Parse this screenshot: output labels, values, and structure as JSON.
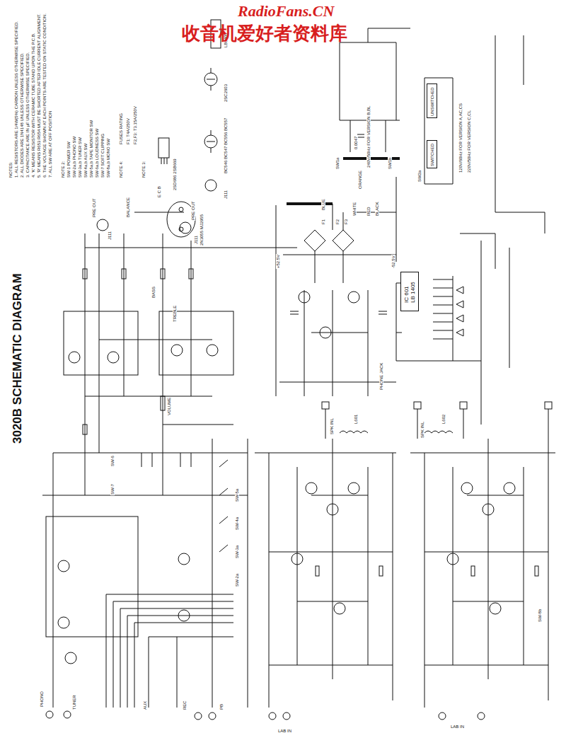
{
  "diagram": {
    "title": "3020B SCHEMATIC DIAGRAM",
    "nodes": [
      {
        "text": [
          "IC 601",
          "LB 1405"
        ]
      },
      {
        "text": [
          "UNSWITCHED"
        ]
      },
      {
        "text": [
          "SWITCHED"
        ]
      }
    ],
    "labels": [
      "NOTES:",
      "1. ALL RESISTORS ARE 1/4W(5%) CARBON UNLESS OTHERWISE SPECIFIED.",
      "2. ALL DIODES ARE 1N4148 UNLESS OTHERWISE SPECIFIED.",
      "3. CAPACITANCE ARE IN µF UNLESS OTHERWISE SPECIFIED.",
      "4. 'K' MEANS RESISTOR WITH CERAMIC TUBE STAND UPON THE P.C.B.",
      "5. 'R' MEANS R653 R654 MUST BE SHORTED AFTER IDLE CURRENT ALIGNMENT.",
      "6. THE VOLTAGE SHOWN AT EACH POINTS ARE TESTED ON STATIC CONDITION.",
      "7. ALL SW ARE AT OFF POSITION",
      "NOTE 2:",
      "SW-1 POWER SW",
      "SW-2a,b PHONO SW",
      "SW-3a,b TUNER SW",
      "SW-4a,b AUX SW",
      "SW-5a,b TAPE MONITOR SW",
      "SW-6a,b LOUDNESS SW",
      "SW-7 SOFT CLIPPING",
      "SW-8a,b MONO SW",
      "NOTE 4:",
      "FUSES RATING",
      "F1: T4A/250V",
      "F2,F3: T3.15A/250V",
      "NOTE 3:",
      "LB1405",
      "2SC2603",
      "BC546 BC547 BC556 BC557",
      "J111",
      "E C B",
      "2SD686 2SB669",
      "2N3055 MJ2955",
      "RadioFans.CN",
      "收音机爱好者资料库",
      "240V/50Hz FOR VERSION B,BL",
      "120V/60Hz FOR VERSION A,AC,CS",
      "220V/50Hz FOR VERSION C,CL",
      "SW1a",
      "0.0047",
      "SW1b",
      "SW2a",
      "F1",
      "BLUE",
      "F2",
      "F3",
      "WHITE",
      "ORANGE",
      "RED",
      "BLACK",
      "+52.5V",
      "-52.5V",
      "PRE OUT",
      "BALANCE",
      "PRE OUT",
      "J111",
      "J111",
      "BASS",
      "TREBLE",
      "VOLUME",
      "SW-6",
      "SW-7",
      "SW-5a",
      "SW-4a",
      "SW-3a",
      "SW-2a",
      "PHONO",
      "TUNER",
      "AUX",
      "REC",
      "PB",
      "SPK INL",
      "SPK INL",
      "L601",
      "L602",
      "PHONE JACK",
      "LAB IN",
      "LAB IN",
      "SW-8b"
    ]
  }
}
